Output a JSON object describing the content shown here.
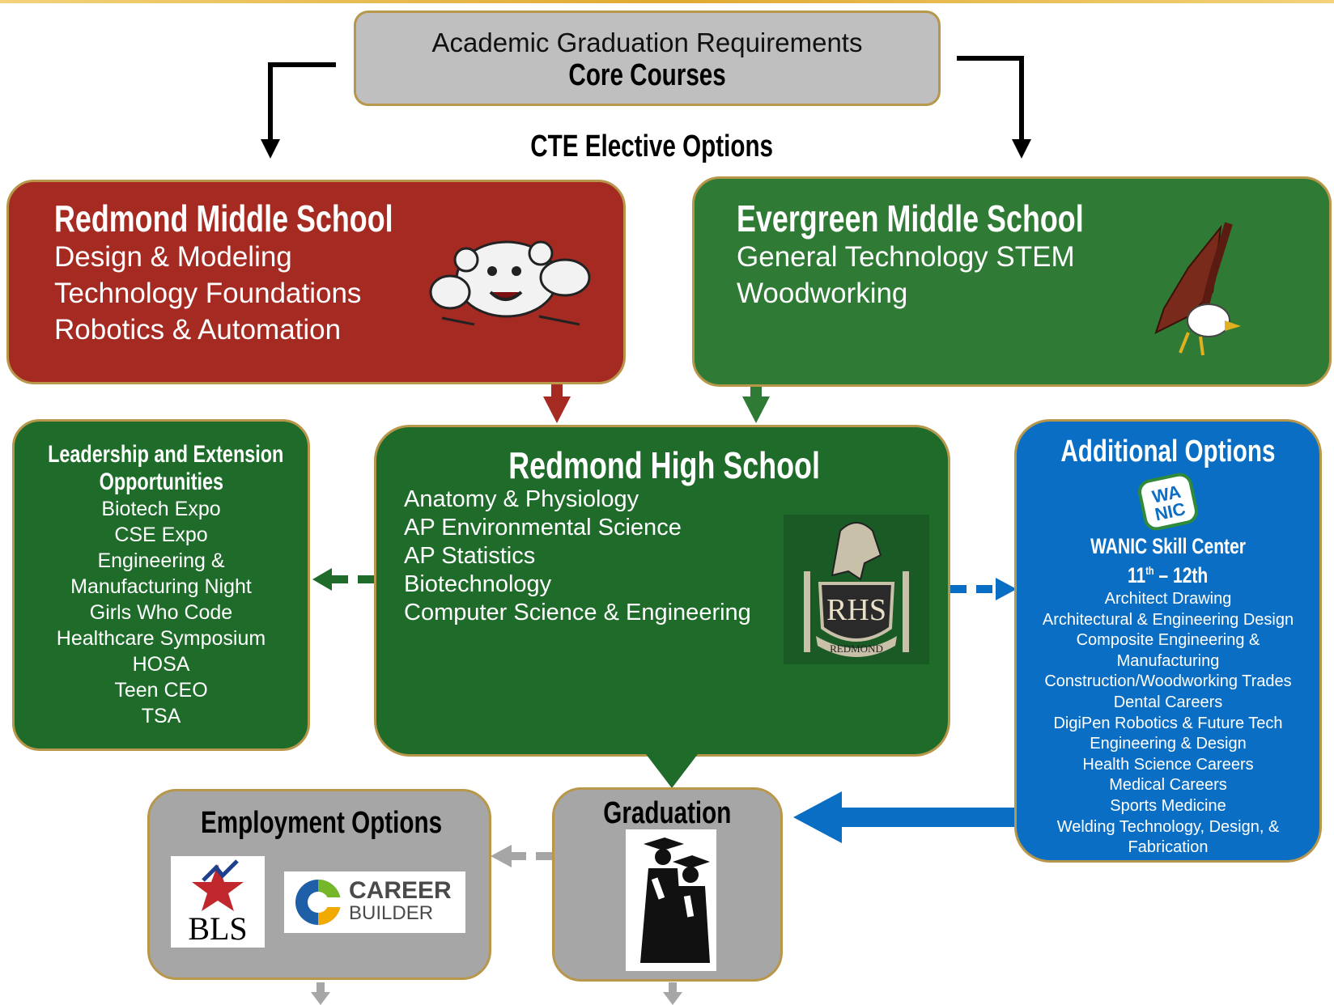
{
  "top": {
    "title": "Academic Graduation Requirements",
    "subtitle": "Core Courses"
  },
  "cte_heading": "CTE Elective Options",
  "redmond_ms": {
    "title": "Redmond Middle School",
    "courses": [
      "Design & Modeling",
      "Technology Foundations",
      "Robotics & Automation"
    ],
    "mascot_icon": "bear-mascot-icon",
    "color": "#a52a22"
  },
  "evergreen_ms": {
    "title": "Evergreen Middle School",
    "courses": [
      "General Technology STEM",
      "Woodworking"
    ],
    "mascot_icon": "eagle-mascot-icon",
    "color": "#2f7a34"
  },
  "leadership": {
    "title_line1": "Leadership and Extension",
    "title_line2": "Opportunities",
    "items": [
      "Biotech Expo",
      "CSE Expo",
      "Engineering &",
      "Manufacturing Night",
      "Girls Who Code",
      "Healthcare Symposium",
      "HOSA",
      "Teen CEO",
      "TSA"
    ],
    "color": "#1e6b2a"
  },
  "redmond_hs": {
    "title": "Redmond High School",
    "courses": [
      "Anatomy & Physiology",
      "AP Environmental Science",
      "AP Statistics",
      "Biotechnology",
      "Computer Science & Engineering"
    ],
    "crest_letters": "RHS",
    "crest_banner": "REDMOND",
    "color": "#1e6b2a"
  },
  "additional": {
    "title": "Additional Options",
    "logo_line1": "WA",
    "logo_line2": "NIC",
    "center_name": "WANIC Skill Center",
    "grades_a": "11",
    "grades_sup": "th",
    "grades_b": " – 12th",
    "items": [
      "Architect Drawing",
      "Architectural & Engineering Design",
      "Composite Engineering &",
      "Manufacturing",
      "Construction/Woodworking Trades",
      "Dental Careers",
      "DigiPen Robotics & Future Tech",
      "Engineering & Design",
      "Health Science Careers",
      "Medical Careers",
      "Sports Medicine",
      "Welding Technology, Design, &",
      "Fabrication"
    ],
    "color": "#0a6fc4"
  },
  "employment": {
    "title": "Employment Options",
    "bls_text": "BLS",
    "cb_line1": "CAREER",
    "cb_line2": "BUILDER"
  },
  "graduation": {
    "title": "Graduation",
    "icon": "graduates-icon"
  },
  "colors": {
    "gray_box": "#a6a6a6",
    "border_gold": "#b8964a",
    "arrow_black": "#000000",
    "arrow_red": "#a52a22",
    "arrow_green": "#2f7a34",
    "arrow_blue": "#0a6fc4",
    "arrow_gray": "#a6a6a6"
  }
}
